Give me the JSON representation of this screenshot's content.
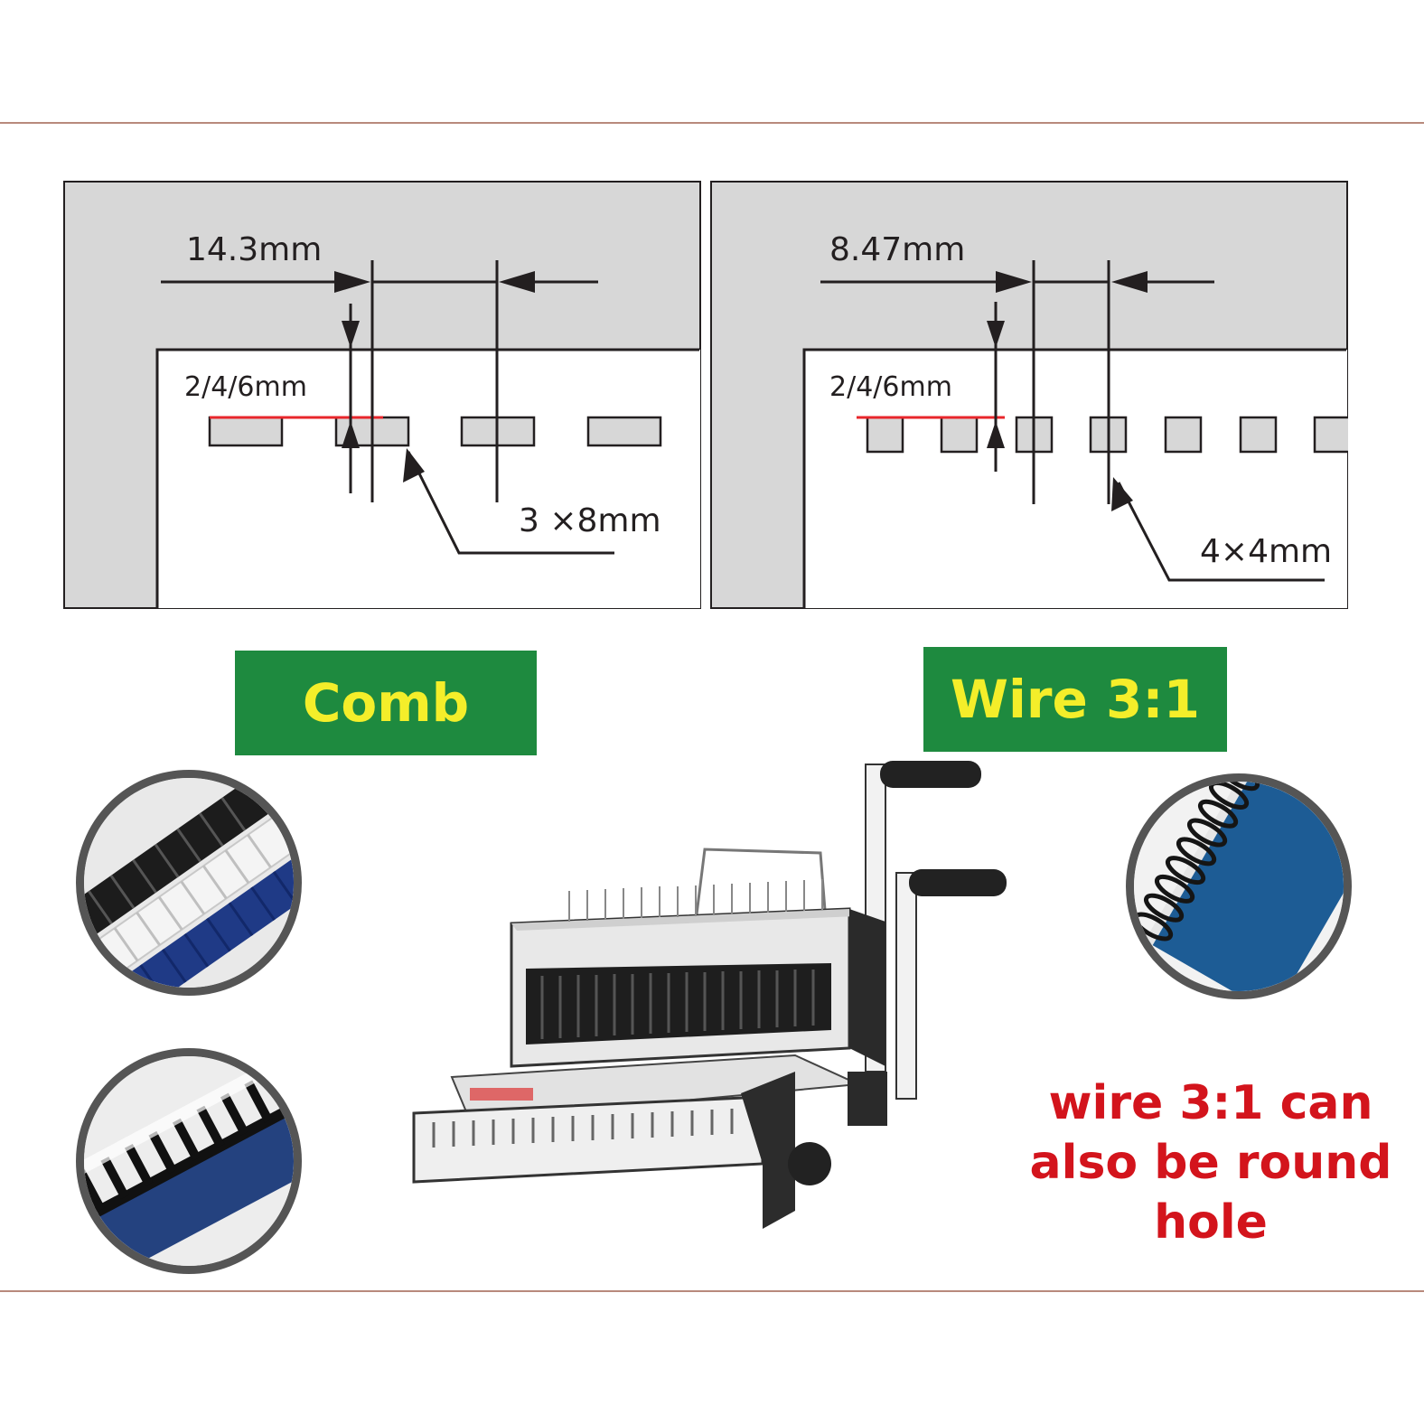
{
  "comb_panel": {
    "pitch": "14.3mm",
    "margin": "2/4/6mm",
    "hole_size": "3 ×8mm"
  },
  "wire_panel": {
    "pitch": "8.47mm",
    "margin": "2/4/6mm",
    "hole_size": "4×4mm"
  },
  "labels": {
    "comb": "Comb",
    "wire": "Wire 3:1"
  },
  "note": {
    "line1": "wire 3:1 can",
    "line2": "also be round",
    "line3": "hole"
  },
  "colors": {
    "label_bg": "#1e8a3f",
    "label_text": "#f4ee2a",
    "note_text": "#d3141c",
    "margin_marker": "#e8262b",
    "panel_gray": "#d7d7d7"
  },
  "icons": [
    "comb-binding-spines-photo",
    "comb-bound-document-photo",
    "wire-bound-notebook-photo",
    "binding-machine-photo"
  ]
}
